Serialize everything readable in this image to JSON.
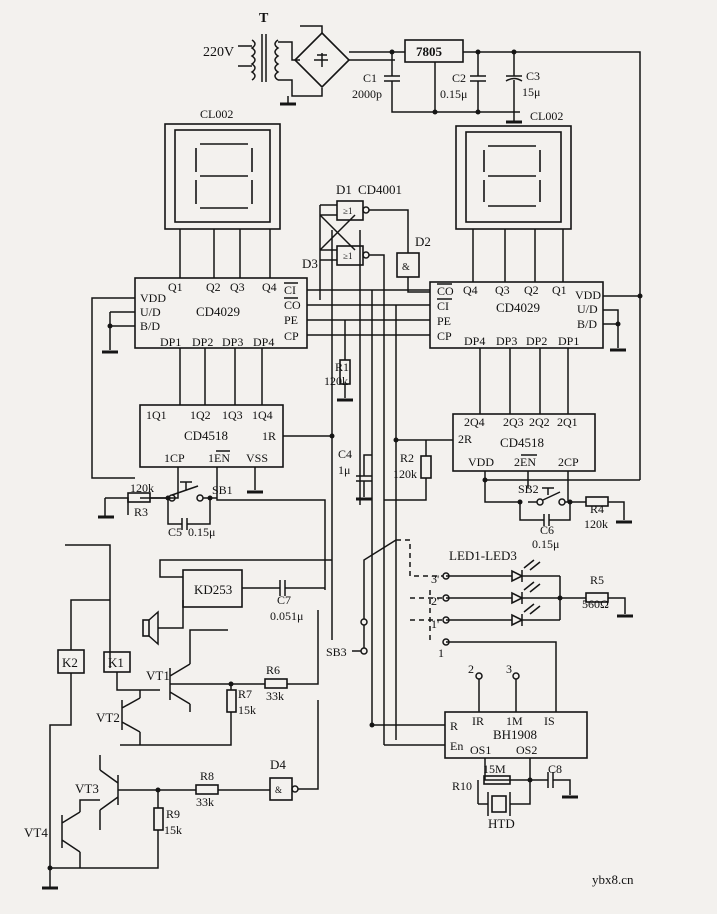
{
  "transformer": {
    "ref": "T",
    "input": "220V"
  },
  "regulator": {
    "label": "7805"
  },
  "capacitors": {
    "c1": {
      "ref": "C1",
      "value": "2000p"
    },
    "c2": {
      "ref": "C2",
      "value": "0.15μ"
    },
    "c3": {
      "ref": "C3",
      "value": "15μ"
    },
    "c4": {
      "ref": "C4",
      "value": "1μ"
    },
    "c5": {
      "ref": "C5",
      "value": "0.15μ"
    },
    "c6": {
      "ref": "C6",
      "value": "0.15μ"
    },
    "c7": {
      "ref": "C7",
      "value": "0.051μ"
    },
    "c8": {
      "ref": "C8"
    }
  },
  "displays": {
    "left": "CL002",
    "right": "CL002"
  },
  "gates": {
    "d1": "D1",
    "d2": "D2",
    "d3": "D3",
    "part": "CD4001",
    "d4": "D4",
    "sym": "≥1",
    "sym2": "&"
  },
  "counter_left": {
    "name": "CD4029",
    "pins": {
      "q1": "Q1",
      "q2": "Q2",
      "q3": "Q3",
      "q4": "Q4",
      "vdd": "VDD",
      "ud": "U/D",
      "bd": "B/D",
      "ci": "CI",
      "co": "CO",
      "pe": "PE",
      "cp": "CP",
      "dp1": "DP1",
      "dp2": "DP2",
      "dp3": "DP3",
      "dp4": "DP4"
    }
  },
  "counter_right": {
    "name": "CD4029",
    "pins": {
      "q1": "Q1",
      "q2": "Q2",
      "q3": "Q3",
      "q4": "Q4",
      "vdd": "VDD",
      "ud": "U/D",
      "bd": "B/D",
      "ci": "CI",
      "co": "CO",
      "pe": "PE",
      "cp": "CP",
      "dp1": "DP1",
      "dp2": "DP2",
      "dp3": "DP3",
      "dp4": "DP4"
    }
  },
  "decoder_left": {
    "name": "CD4518",
    "pins": {
      "q1": "1Q1",
      "q2": "1Q2",
      "q3": "1Q3",
      "q4": "1Q4",
      "r": "1R",
      "cp": "1CP",
      "en": "1EN",
      "vss": "VSS"
    }
  },
  "decoder_right": {
    "name": "CD4518",
    "pins": {
      "q4": "2Q4",
      "q3": "2Q3",
      "q2": "2Q2",
      "q1": "2Q1",
      "r": "2R",
      "vdd": "VDD",
      "en": "2EN",
      "cp": "2CP"
    }
  },
  "resistors": {
    "r1": {
      "ref": "R1",
      "value": "120k"
    },
    "r2": {
      "ref": "R2",
      "value": "120k"
    },
    "r3": {
      "ref": "R3",
      "value": "120k"
    },
    "r4": {
      "ref": "R4",
      "value": "120k"
    },
    "r5": {
      "ref": "R5",
      "value": "560Ω"
    },
    "r6": {
      "ref": "R6",
      "value": "33k"
    },
    "r7": {
      "ref": "R7",
      "value": "15k"
    },
    "r8": {
      "ref": "R8",
      "value": "33k"
    },
    "r9": {
      "ref": "R9",
      "value": "15k"
    },
    "r10": {
      "ref": "R10",
      "value": "15M"
    }
  },
  "switches": {
    "sb1": "SB1",
    "sb2": "SB2",
    "sb3": "SB3"
  },
  "sound_chip": "KD253",
  "relays": {
    "k1": "K1",
    "k2": "K2"
  },
  "transistors": {
    "vt1": "VT1",
    "vt2": "VT2",
    "vt3": "VT3",
    "vt4": "VT4"
  },
  "leds": {
    "label": "LED1-LED3",
    "p3": "3'",
    "p2": "2'",
    "p1": "1'"
  },
  "selector": {
    "n1": "1",
    "n2": "2",
    "n3": "3"
  },
  "timer_chip": {
    "name": "BH1908",
    "pins": {
      "ir": "IR",
      "m1": "1M",
      "is": "IS",
      "r": "R",
      "en": "En",
      "os1": "OS1",
      "os2": "OS2"
    }
  },
  "crystal": "HTD",
  "watermark": "ybx8.cn"
}
